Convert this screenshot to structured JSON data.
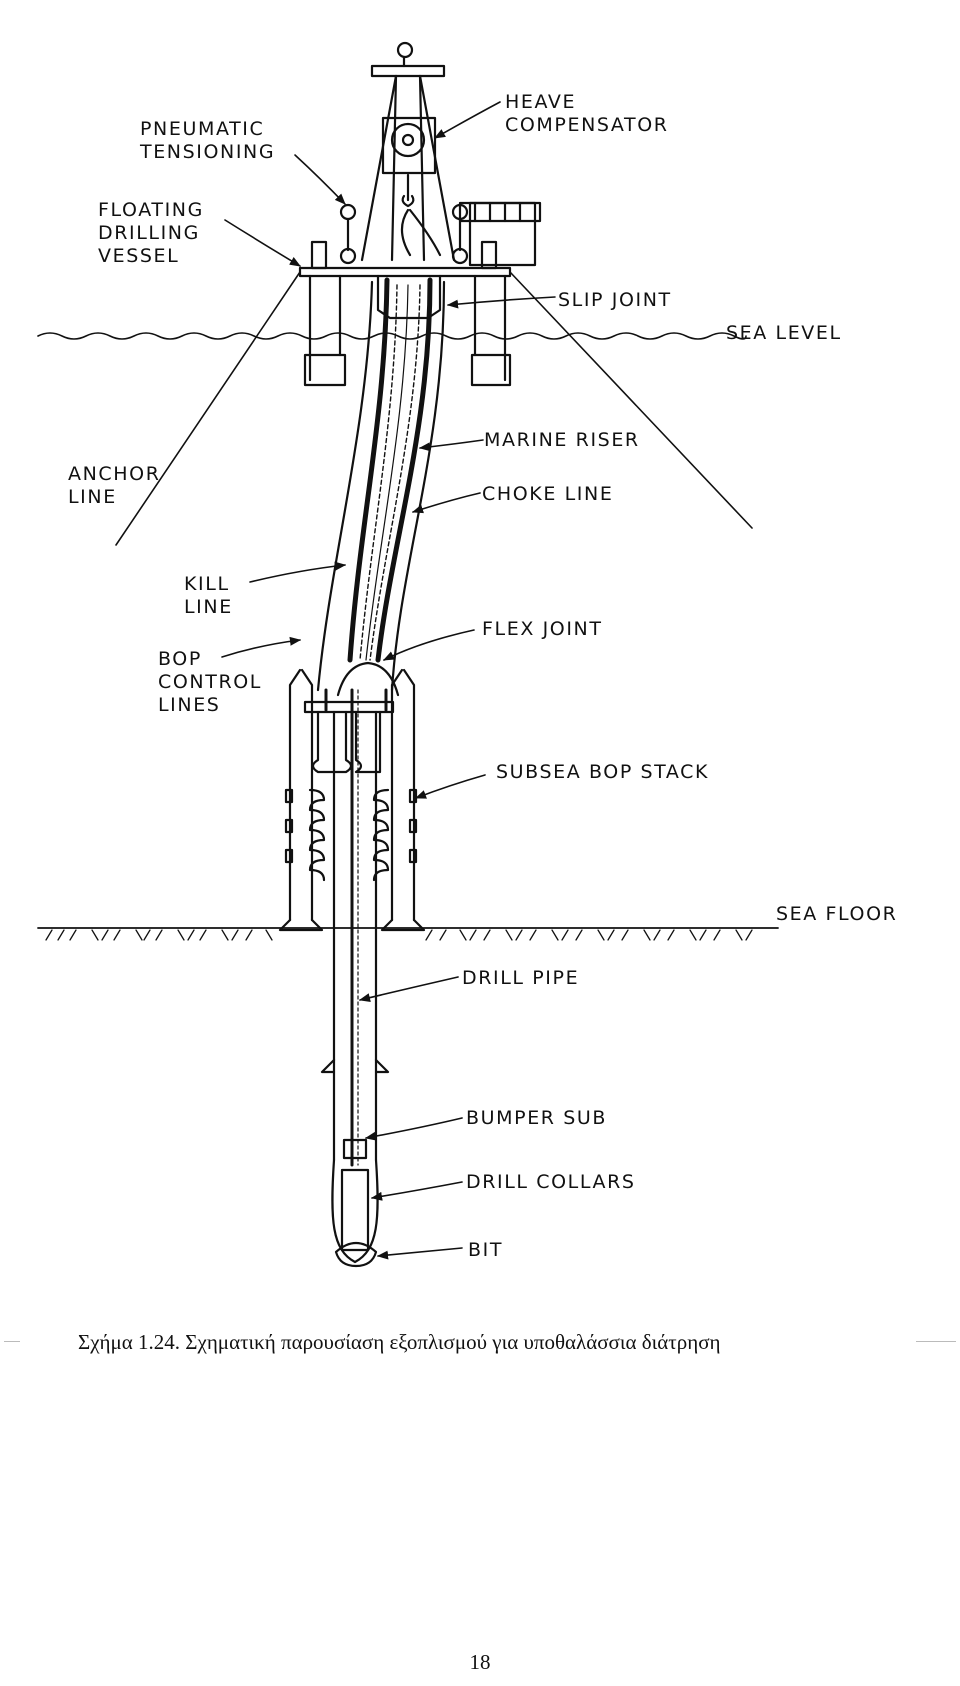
{
  "figure": {
    "labels": {
      "heave_compensator": [
        "HEAVE",
        "COMPENSATOR"
      ],
      "pneumatic_tensioning": [
        "PNEUMATIC",
        "TENSIONING"
      ],
      "floating_drilling_vessel": [
        "FLOATING",
        "DRILLING",
        "VESSEL"
      ],
      "slip_joint": [
        "SLIP JOINT"
      ],
      "sea_level": [
        "SEA LEVEL"
      ],
      "marine_riser": [
        "MARINE RISER"
      ],
      "anchor_line": [
        "ANCHOR",
        "LINE"
      ],
      "choke_line": [
        "CHOKE LINE"
      ],
      "kill_line": [
        "KILL",
        "LINE"
      ],
      "flex_joint": [
        "FLEX JOINT"
      ],
      "bop_control_lines": [
        "BOP",
        "CONTROL",
        "LINES"
      ],
      "subsea_bop_stack": [
        "SUBSEA BOP STACK"
      ],
      "sea_floor": [
        "SEA FLOOR"
      ],
      "drill_pipe": [
        "DRILL PIPE"
      ],
      "bumper_sub": [
        "BUMPER SUB"
      ],
      "drill_collars": [
        "DRILL COLLARS"
      ],
      "bit": [
        "BIT"
      ]
    }
  },
  "caption": "Σχήμα 1.24. Σχηματική παρουσίαση εξοπλισμού για υποθαλάσσια διάτρηση",
  "page_number": "18"
}
